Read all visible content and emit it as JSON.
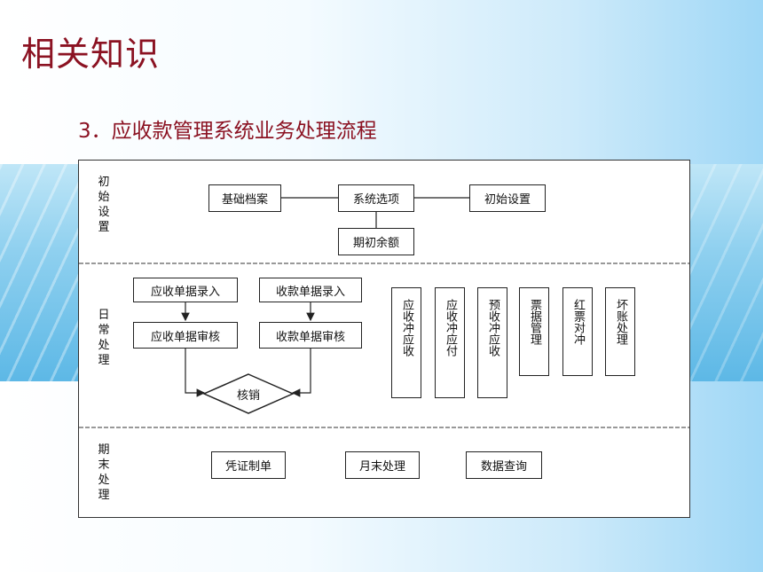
{
  "title": "相关知识",
  "subtitle": "3．应收款管理系统业务处理流程",
  "diagram": {
    "sections": {
      "init": "初始设置",
      "daily": "日常处理",
      "period": "期末处理"
    },
    "init": {
      "basic": "基础档案",
      "system": "系统选项",
      "initial": "初始设置",
      "balance": "期初余额"
    },
    "daily": {
      "ar_entry": "应收单据录入",
      "rc_entry": "收款单据录入",
      "ar_audit": "应收单据审核",
      "rc_audit": "收款单据审核",
      "verify": "核销",
      "vertical": [
        "应收冲应收",
        "应收冲应付",
        "预收冲应收",
        "票据管理",
        "红票对冲",
        "坏账处理"
      ]
    },
    "period": {
      "voucher": "凭证制单",
      "month_end": "月末处理",
      "query": "数据查询"
    }
  }
}
